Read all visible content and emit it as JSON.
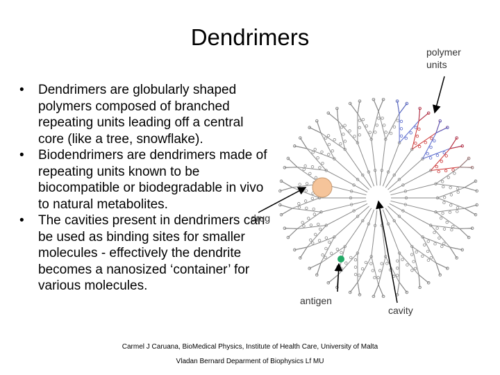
{
  "slide": {
    "title": "Dendrimers",
    "bullets": [
      "Dendrimers are globularly shaped polymers composed of branched repeating units leading off a central core (like a tree, snowflake).",
      "Biodendrimers are dendrimers made of repeating units known to be biocompatible or biodegradable in vivo to natural metabolites.",
      "The cavities present in dendrimers can be used as binding sites for smaller molecules - effectively the dendrite becomes a nanosized ‘container’ for various molecules."
    ]
  },
  "figure": {
    "labels": {
      "polymer_units_line1": "polymer",
      "polymer_units_line2": "units",
      "drug": "drug",
      "antigen": "antigen",
      "cavity": "cavity"
    },
    "colors": {
      "branch": "#8a8a8a",
      "outer_red": "#cc3333",
      "outer_blue": "#5566cc",
      "drug": "#f5c49a",
      "antigen": "#22aa66",
      "arrow": "#000000"
    }
  },
  "footer": {
    "line1": "Carmel J Caruana, BioMedical Physics, Institute of Health Care, University of Malta",
    "line2": "Vladan Bernard Deparment of Biophysics Lf MU"
  }
}
